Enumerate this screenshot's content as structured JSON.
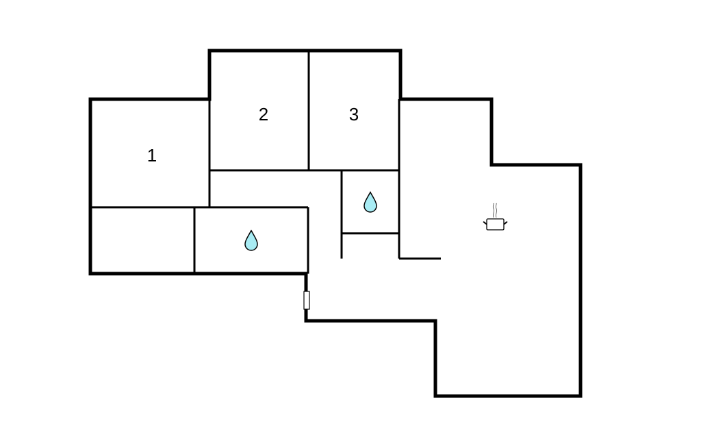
{
  "floor_plan": {
    "rooms": [
      {
        "label": "1",
        "type": "bedroom"
      },
      {
        "label": "2",
        "type": "bedroom"
      },
      {
        "label": "3",
        "type": "bedroom"
      }
    ],
    "icons": [
      {
        "name": "water-drop-icon",
        "room": "bathroom-lower-left"
      },
      {
        "name": "water-drop-icon",
        "room": "bathroom-center"
      },
      {
        "name": "cooking-pot-icon",
        "room": "kitchen-living"
      }
    ],
    "colors": {
      "wall": "#000000",
      "water": "#a8ecf4",
      "background": "#ffffff"
    }
  }
}
